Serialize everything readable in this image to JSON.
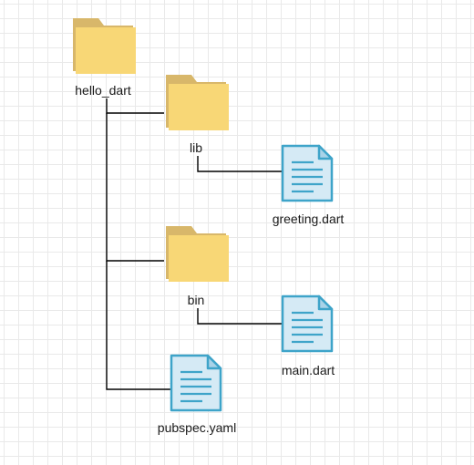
{
  "nodes": {
    "root": {
      "label": "hello_dart",
      "icon": "folder-icon"
    },
    "lib": {
      "label": "lib",
      "icon": "folder-icon"
    },
    "greeting": {
      "label": "greeting.dart",
      "icon": "file-icon"
    },
    "bin": {
      "label": "bin",
      "icon": "folder-icon"
    },
    "main": {
      "label": "main.dart",
      "icon": "file-icon"
    },
    "pubspec": {
      "label": "pubspec.yaml",
      "icon": "file-icon"
    }
  },
  "colors": {
    "folder_back": "#d8b76a",
    "folder_front": "#f8d776",
    "file_fill": "#d5eaf5",
    "file_stroke": "#3ea4c9",
    "file_fold": "#a9d3e8",
    "file_lines": "#3ea4c9",
    "connector": "#000000",
    "grid": "#e9e9e9"
  }
}
